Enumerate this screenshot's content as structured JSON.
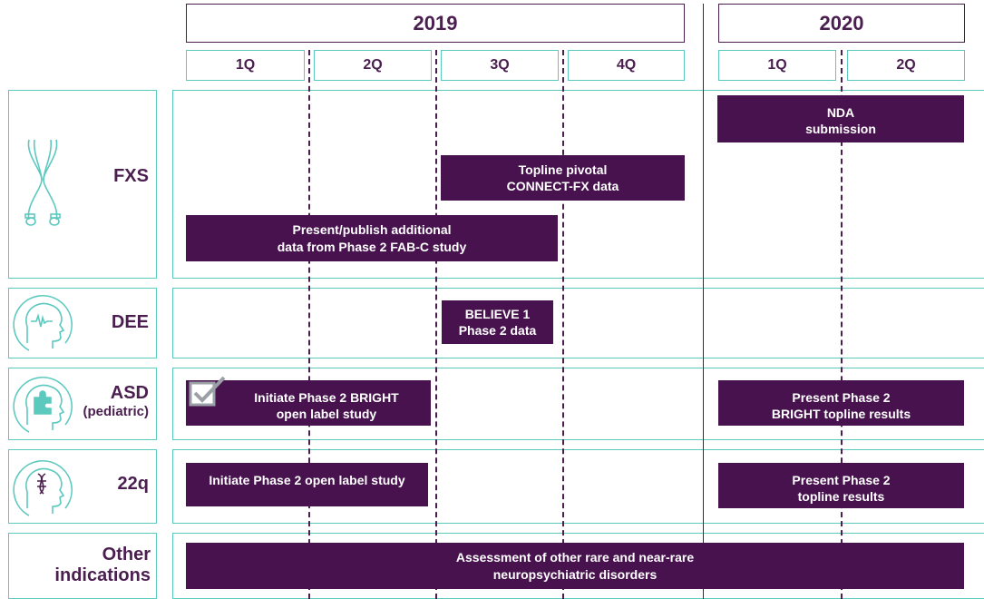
{
  "years": [
    "2019",
    "2020"
  ],
  "quarters": [
    "1Q",
    "2Q",
    "3Q",
    "4Q",
    "1Q",
    "2Q"
  ],
  "rows": [
    {
      "label": "FXS",
      "sub": "",
      "icon": "chromosome-icon"
    },
    {
      "label": "DEE",
      "sub": "",
      "icon": "head-brainwave-icon"
    },
    {
      "label": "ASD",
      "sub": "(pediatric)",
      "icon": "head-puzzle-icon"
    },
    {
      "label": "22q",
      "sub": "",
      "icon": "head-dna-icon"
    },
    {
      "label": "Other",
      "sub": "indications",
      "icon": ""
    }
  ],
  "milestones": {
    "nda": "NDA\nsubmission",
    "topline_connect": "Topline pivotal\nCONNECT-FX data",
    "fabc": "Present/publish additional\ndata from Phase 2 FAB-C study",
    "believe": "BELIEVE 1\nPhase 2 data",
    "bright_initiate": "Initiate Phase 2 BRIGHT\nopen label study",
    "bright_results": "Present Phase 2\nBRIGHT topline results",
    "q22_initiate": "Initiate Phase 2 open label study",
    "q22_results": "Present Phase 2\ntopline results",
    "other": "Assessment of other rare and near-rare\nneuropsychiatric disorders"
  },
  "colors": {
    "purple": "#47124e",
    "teal": "#5cc9bf",
    "completed_check": "#9aa0a6"
  },
  "completed_icon": "checkbox-checked-icon"
}
